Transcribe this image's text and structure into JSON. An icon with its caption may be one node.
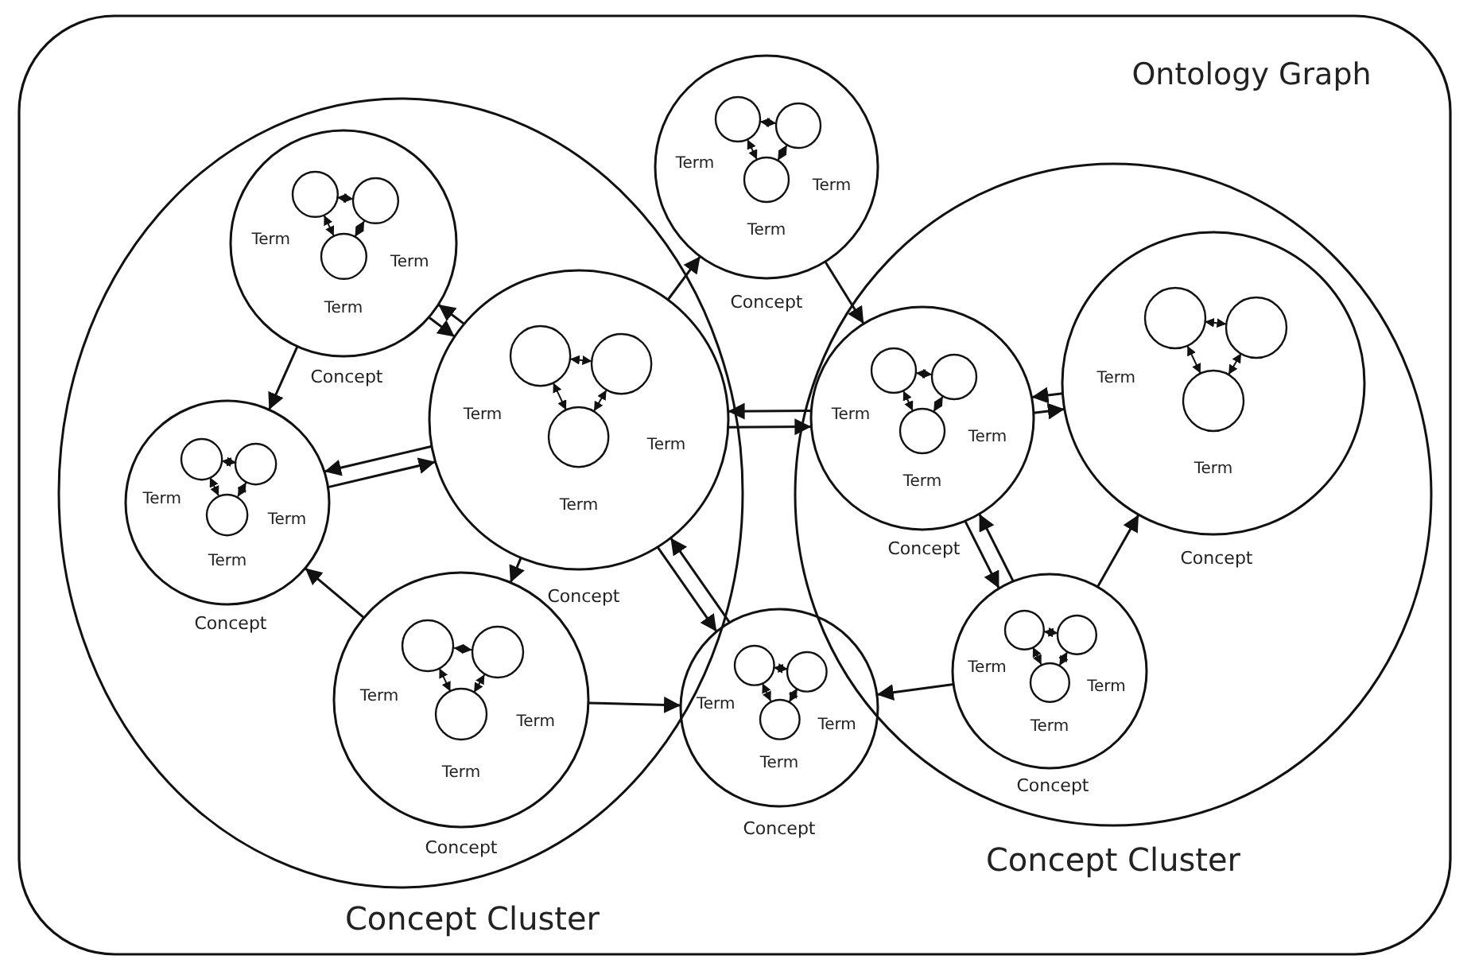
{
  "diagram": {
    "nodes": [
      {
        "text": [
          "Ontology Graph"
        ]
      },
      {
        "text": [
          "Concept Cluster"
        ],
        "in": 0
      },
      {
        "text": [
          "Concept Cluster"
        ],
        "in": 0
      },
      {
        "text": [
          "Concept"
        ],
        "in": 0
      },
      {
        "text": [
          "Term"
        ],
        "in": 3
      },
      {
        "text": [
          "Term"
        ],
        "in": 3
      },
      {
        "text": [
          "Term"
        ],
        "in": 3
      },
      {
        "text": [
          "Concept"
        ],
        "in": 1
      },
      {
        "text": [
          "Term"
        ],
        "in": 7
      },
      {
        "text": [
          "Term"
        ],
        "in": 7
      },
      {
        "text": [
          "Term"
        ],
        "in": 7
      },
      {
        "text": [
          "Concept"
        ],
        "in": 1
      },
      {
        "text": [
          "Term"
        ],
        "in": 11
      },
      {
        "text": [
          "Term"
        ],
        "in": 11
      },
      {
        "text": [
          "Term"
        ],
        "in": 11
      },
      {
        "text": [
          "Concept"
        ],
        "in": 2
      },
      {
        "text": [
          "Term"
        ],
        "in": 15
      },
      {
        "text": [
          "Term"
        ],
        "in": 15
      },
      {
        "text": [
          "Term"
        ],
        "in": 15
      },
      {
        "text": [
          "Concept"
        ],
        "in": 2
      },
      {
        "text": [
          "Term"
        ],
        "in": 19
      },
      {
        "text": [],
        "shape": "circle",
        "in": 19
      },
      {
        "text": [
          "Term"
        ],
        "in": 19
      },
      {
        "text": [
          "Concept"
        ],
        "in": 1
      },
      {
        "text": [
          "Term"
        ],
        "in": 23
      },
      {
        "text": [
          "Term"
        ],
        "in": 23
      },
      {
        "text": [
          "Term"
        ],
        "in": 23
      },
      {
        "text": [
          "Concept"
        ],
        "in": 1
      },
      {
        "text": [
          "Term"
        ],
        "in": 27
      },
      {
        "text": [
          "Term"
        ],
        "in": 27
      },
      {
        "text": [
          "Term"
        ],
        "in": 27
      },
      {
        "text": [
          "Concept"
        ],
        "in": 0
      },
      {
        "text": [
          "Term"
        ],
        "in": 31
      },
      {
        "text": [
          "Term"
        ],
        "in": 31
      },
      {
        "text": [
          "Term"
        ],
        "in": 31
      },
      {
        "text": [
          "Concept"
        ],
        "in": 2
      },
      {
        "text": [
          "Term"
        ],
        "in": 35
      },
      {
        "text": [
          "Term"
        ],
        "in": 35
      },
      {
        "text": [
          "Term"
        ],
        "in": 35
      }
    ],
    "edges": [
      {
        "from": 7,
        "to": 11,
        "arrow": "to"
      },
      {
        "from": 11,
        "to": 7,
        "arrow": "to"
      },
      {
        "from": 11,
        "to": 3,
        "arrow": "to"
      },
      {
        "from": 3,
        "to": 15,
        "arrow": "to"
      },
      {
        "from": 7,
        "to": 23,
        "arrow": "to"
      },
      {
        "from": 23,
        "to": 11,
        "arrow": "to"
      },
      {
        "from": 11,
        "to": 23,
        "arrow": "to"
      },
      {
        "from": 15,
        "to": 11,
        "arrow": "to"
      },
      {
        "from": 11,
        "to": 15,
        "arrow": "to"
      },
      {
        "from": 19,
        "to": 15,
        "arrow": "to"
      },
      {
        "from": 15,
        "to": 19,
        "arrow": "to"
      },
      {
        "from": 11,
        "to": 27,
        "arrow": "to"
      },
      {
        "from": 27,
        "to": 23,
        "arrow": "to"
      },
      {
        "from": 27,
        "to": 31,
        "arrow": "to"
      },
      {
        "from": 31,
        "to": 11,
        "arrow": "to"
      },
      {
        "from": 11,
        "to": 31,
        "arrow": "to"
      },
      {
        "from": 35,
        "to": 15,
        "arrow": "to"
      },
      {
        "from": 15,
        "to": 35,
        "arrow": "to"
      },
      {
        "from": 35,
        "to": 19,
        "arrow": "to"
      },
      {
        "from": 35,
        "to": 31,
        "arrow": "to"
      },
      {
        "from": 4,
        "to": 5,
        "arrow": "both"
      },
      {
        "from": 4,
        "to": 6,
        "arrow": "both"
      },
      {
        "from": 5,
        "to": 6,
        "arrow": "both"
      },
      {
        "from": 8,
        "to": 9,
        "arrow": "both"
      },
      {
        "from": 8,
        "to": 10,
        "arrow": "both"
      },
      {
        "from": 9,
        "to": 10,
        "arrow": "both"
      },
      {
        "from": 12,
        "to": 13,
        "arrow": "both"
      },
      {
        "from": 12,
        "to": 14,
        "arrow": "both"
      },
      {
        "from": 13,
        "to": 14,
        "arrow": "both"
      },
      {
        "from": 16,
        "to": 17,
        "arrow": "both"
      },
      {
        "from": 16,
        "to": 18,
        "arrow": "both"
      },
      {
        "from": 17,
        "to": 18,
        "arrow": "both"
      },
      {
        "from": 20,
        "to": 21,
        "arrow": "both"
      },
      {
        "from": 20,
        "to": 22,
        "arrow": "both"
      },
      {
        "from": 21,
        "to": 22,
        "arrow": "both"
      },
      {
        "from": 24,
        "to": 25,
        "arrow": "both"
      },
      {
        "from": 24,
        "to": 26,
        "arrow": "both"
      },
      {
        "from": 25,
        "to": 26,
        "arrow": "both"
      },
      {
        "from": 28,
        "to": 29,
        "arrow": "both"
      },
      {
        "from": 28,
        "to": 30,
        "arrow": "both"
      },
      {
        "from": 29,
        "to": 30,
        "arrow": "both"
      },
      {
        "from": 32,
        "to": 33,
        "arrow": "both"
      },
      {
        "from": 32,
        "to": 34,
        "arrow": "both"
      },
      {
        "from": 33,
        "to": 34,
        "arrow": "both"
      },
      {
        "from": 36,
        "to": 37,
        "arrow": "both"
      },
      {
        "from": 36,
        "to": 38,
        "arrow": "both"
      },
      {
        "from": 37,
        "to": 38,
        "arrow": "both"
      }
    ]
  }
}
